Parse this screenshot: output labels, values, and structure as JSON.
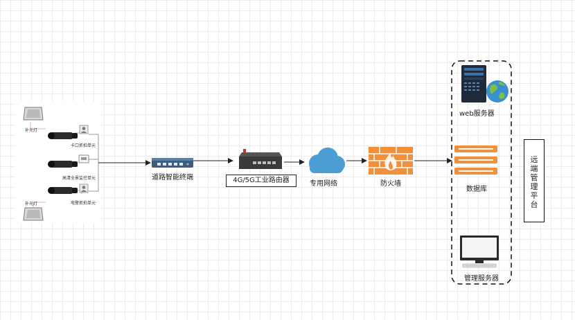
{
  "nodes": {
    "fill_light_top": "补光灯",
    "bayonet_unit": "卡口抓拍单元",
    "hd_monitor_unit": "高清全景监控单元",
    "fill_light_bottom": "补光灯",
    "ebike_unit": "电警抓拍单元",
    "switch": "道路智能终端",
    "router": "4G/5G工业路由器",
    "private_network": "专用网络",
    "firewall": "防火墙",
    "web_server": "web服务器",
    "database": "数据库",
    "mgmt_server": "管理服务器",
    "platform": "远端管理平台"
  },
  "colors": {
    "cloud": "#4a9ed4",
    "firewall": "#f28f3b",
    "database": "#f28f3b",
    "switch": "#3e5d7e",
    "router": "#3a3a3a"
  }
}
